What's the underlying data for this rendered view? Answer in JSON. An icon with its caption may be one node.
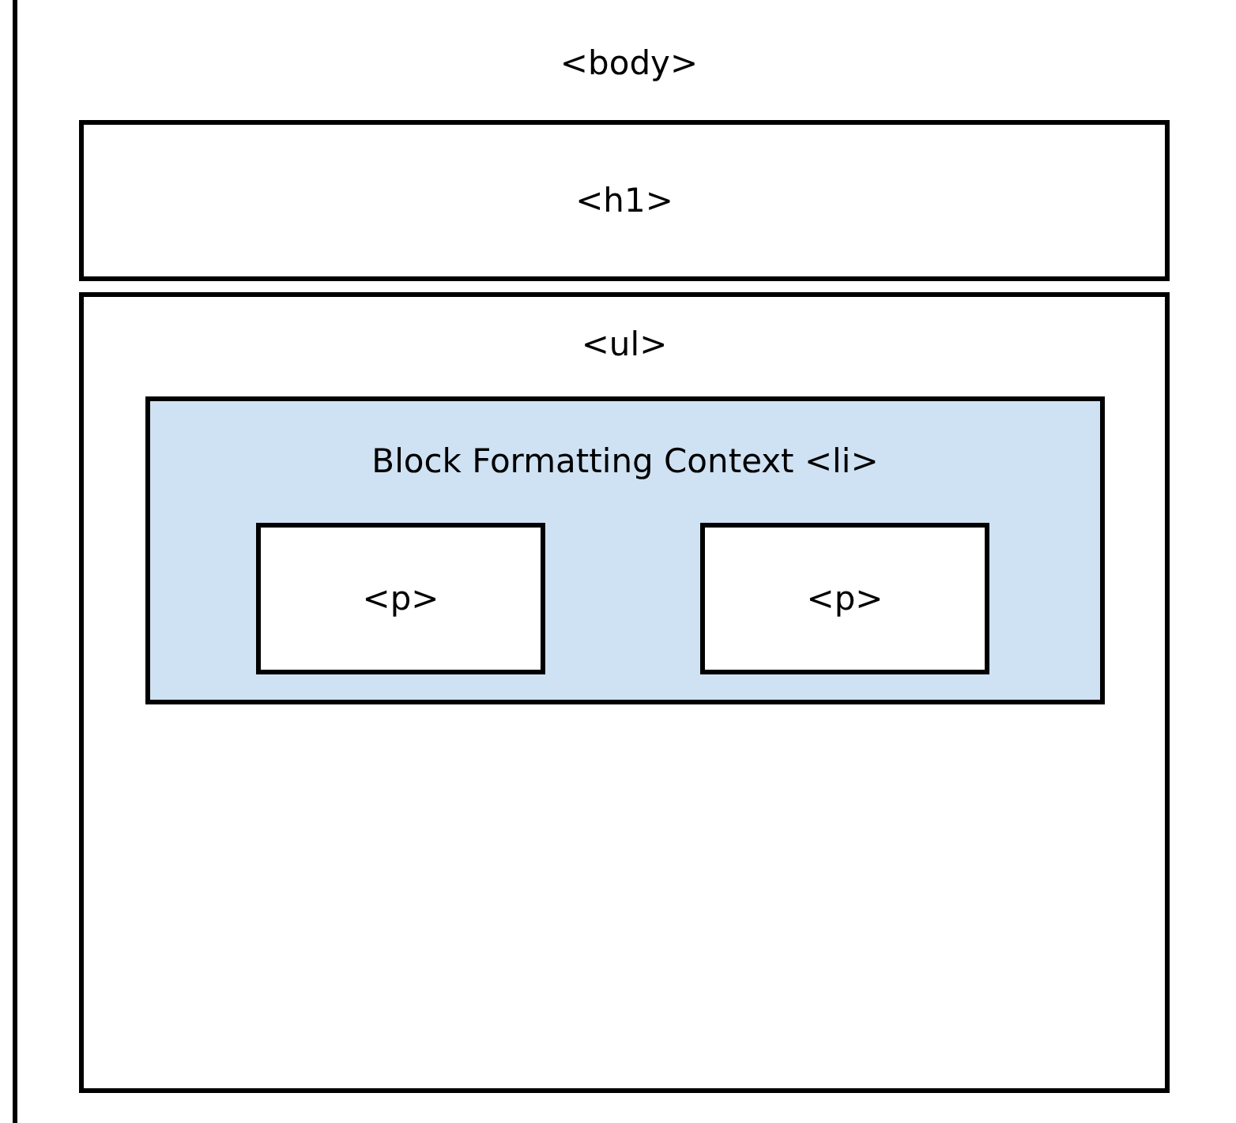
{
  "diagram": {
    "nodes": [
      {
        "text": [
          "<body>"
        ]
      },
      {
        "text": [
          "<h1>"
        ],
        "in": 0
      },
      {
        "text": [
          "<ul>"
        ],
        "in": 0
      },
      {
        "text": [
          "Block Formatting Context <li>"
        ],
        "in": 2
      },
      {
        "text": [
          "<p>"
        ],
        "in": 3
      },
      {
        "text": [
          "<p>"
        ],
        "in": 3
      }
    ]
  }
}
